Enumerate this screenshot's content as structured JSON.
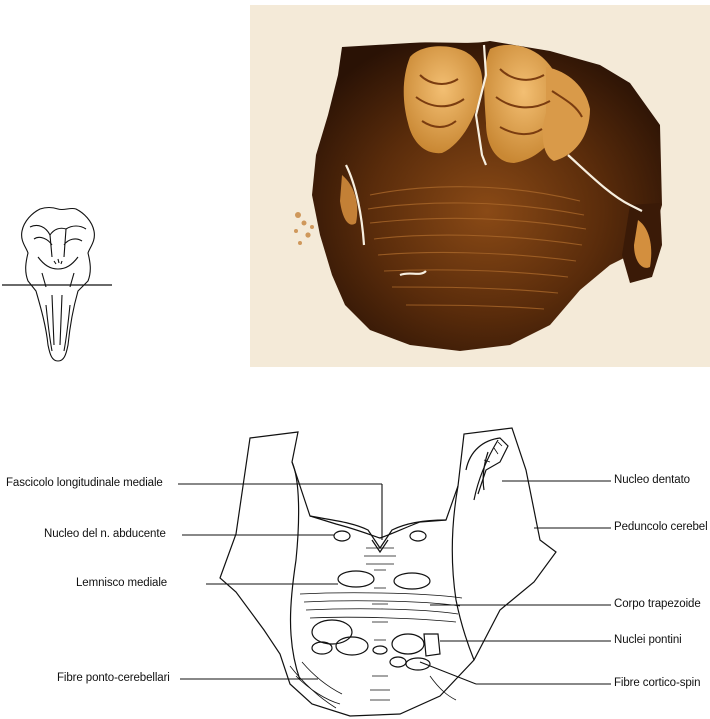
{
  "labels_left": [
    "Fascicolo longitudinale mediale",
    "Nucleo del n. abducente",
    "Lemnisco mediale",
    "Fibre ponto-cerebellari"
  ],
  "labels_right": [
    "Nucleo dentato",
    "Peduncolo cerebel",
    "Corpo trapezoide",
    "Nuclei pontini",
    "Fibre cortico-spin"
  ],
  "colors": {
    "photo_bg": "#f4ead8",
    "tissue_dark": "#2a1205",
    "tissue_mid": "#6b3a10",
    "tissue_light": "#b9772f",
    "cerebellum": "#e2a453",
    "line": "#111111"
  }
}
